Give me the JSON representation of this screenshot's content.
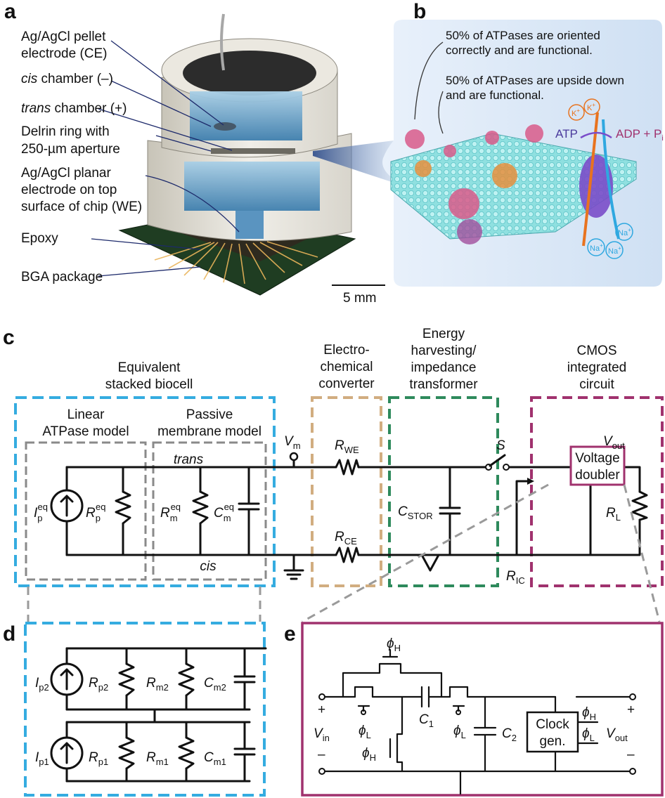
{
  "panels": {
    "a": "a",
    "b": "b",
    "c": "c",
    "d": "d",
    "e": "e"
  },
  "panel_a": {
    "labels": [
      {
        "line1": "Ag/AgCl pellet",
        "line2": "electrode (CE)"
      },
      {
        "line1": "cis",
        "line1b": " chamber (–)"
      },
      {
        "line1": "trans",
        "line1b": " chamber (+)"
      },
      {
        "line1": "Delrin ring with",
        "line2": "250-µm aperture"
      },
      {
        "line1": "Ag/AgCl planar",
        "line2": "electrode on top",
        "line3": "surface of chip (WE)"
      },
      {
        "line1": "Epoxy"
      },
      {
        "line1": "BGA package"
      }
    ],
    "scale_bar": "5 mm"
  },
  "panel_b": {
    "note1_l1": "50% of ATPases are oriented",
    "note1_l2": "correctly and are functional.",
    "note2_l1": "50% of ATPases are upside down",
    "note2_l2": "and are functional.",
    "atp": "ATP",
    "adp": "ADP + P",
    "adp_sub": "i",
    "k": "K",
    "na": "Na",
    "plus": "+"
  },
  "panel_c": {
    "group_titles": {
      "biocell_l1": "Equivalent",
      "biocell_l2": "stacked biocell",
      "converter_l1": "Electro-",
      "converter_l2": "chemical",
      "converter_l3": "converter",
      "harvest_l1": "Energy",
      "harvest_l2": "harvesting/",
      "harvest_l3": "impedance",
      "harvest_l4": "transformer",
      "cmos_l1": "CMOS",
      "cmos_l2": "integrated",
      "cmos_l3": "circuit"
    },
    "sub_titles": {
      "atpase_l1": "Linear",
      "atpase_l2": "ATPase model",
      "membrane_l1": "Passive",
      "membrane_l2": "membrane model"
    },
    "nodes": {
      "trans": "trans",
      "cis": "cis"
    },
    "components": {
      "I": "I",
      "I_sub": "p",
      "I_sup": "eq",
      "Rp": "R",
      "Rp_sub": "p",
      "Rp_sup": "eq",
      "Rm": "R",
      "Rm_sub": "m",
      "Rm_sup": "eq",
      "Cm": "C",
      "Cm_sub": "m",
      "Cm_sup": "eq",
      "Vm": "V",
      "Vm_sub": "m",
      "RWE": "R",
      "RWE_sub": "WE",
      "RCE": "R",
      "RCE_sub": "CE",
      "S": "S",
      "CSTOR": "C",
      "CSTOR_sub": "STOR",
      "RIC": "R",
      "RIC_sub": "IC",
      "doubler_l1": "Voltage",
      "doubler_l2": "doubler",
      "Vout": "V",
      "Vout_sub": "out",
      "RL": "R",
      "RL_sub": "L"
    },
    "colors": {
      "biocell": "#35ace0",
      "converter": "#d1ad80",
      "harvest": "#2e8a5c",
      "cmos": "#a0326e",
      "sub": "#8a8a8a"
    }
  },
  "panel_d": {
    "Ip2": "I",
    "Ip2_sub": "p2",
    "Rp2": "R",
    "Rp2_sub": "p2",
    "Rm2": "R",
    "Rm2_sub": "m2",
    "Cm2": "C",
    "Cm2_sub": "m2",
    "Ip1": "I",
    "Ip1_sub": "p1",
    "Rp1": "R",
    "Rp1_sub": "p1",
    "Rm1": "R",
    "Rm1_sub": "m1",
    "Cm1": "C",
    "Cm1_sub": "m1"
  },
  "panel_e": {
    "phi": "ϕ",
    "H": "H",
    "L": "L",
    "C1": "C",
    "C1_sub": "1",
    "C2": "C",
    "C2_sub": "2",
    "clock_l1": "Clock",
    "clock_l2": "gen.",
    "Vin": "V",
    "Vin_sub": "in",
    "Vout": "V",
    "Vout_sub": "out",
    "plus": "+",
    "minus": "–"
  }
}
